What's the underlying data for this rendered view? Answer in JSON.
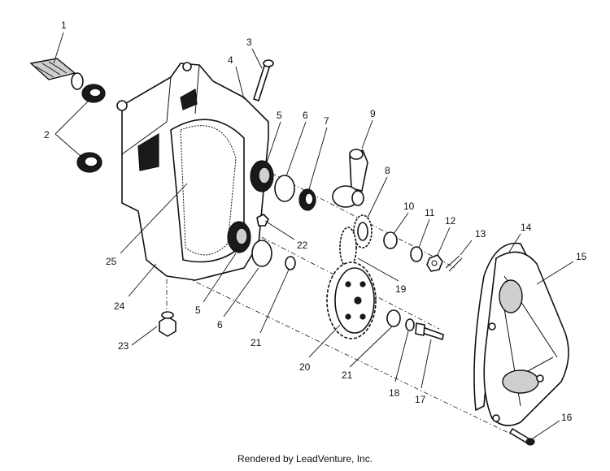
{
  "callouts": {
    "c1": "1",
    "c2": "2",
    "c3": "3",
    "c4": "4",
    "c5a": "5",
    "c5b": "5",
    "c6a": "6",
    "c6b": "6",
    "c7": "7",
    "c8": "8",
    "c9": "9",
    "c10": "10",
    "c11": "11",
    "c12": "12",
    "c13": "13",
    "c14": "14",
    "c15": "15",
    "c16": "16",
    "c17": "17",
    "c18": "18",
    "c19": "19",
    "c20": "20",
    "c21a": "21",
    "c21b": "21",
    "c22": "22",
    "c23": "23",
    "c24": "24",
    "c25": "25"
  },
  "footer": {
    "credit": "Rendered by LeadVenture, Inc."
  }
}
